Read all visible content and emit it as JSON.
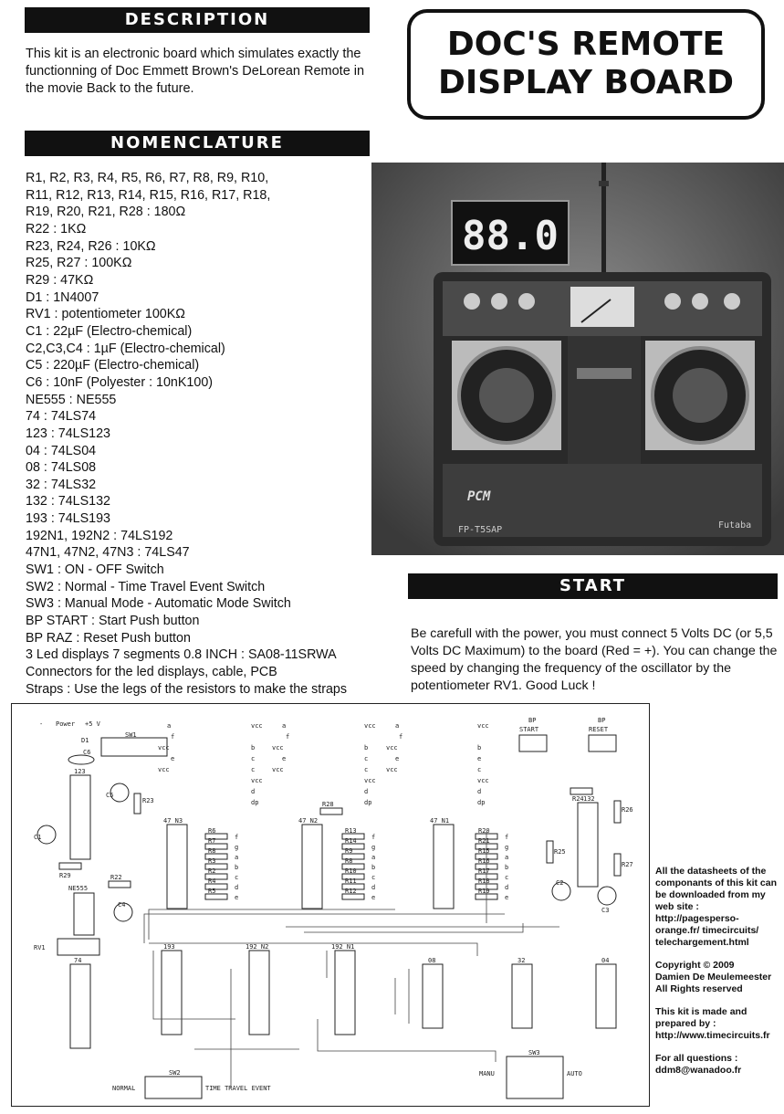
{
  "title": {
    "line1": "DOC'S REMOTE",
    "line2": "DISPLAY BOARD"
  },
  "description": {
    "heading": "DESCRIPTION",
    "text": "This kit is an electronic board which simulates exactly the functionning of Doc Emmett Brown's DeLorean Remote in the movie Back to the future."
  },
  "nomenclature": {
    "heading": "NOMENCLATURE",
    "items": [
      "R1, R2, R3, R4, R5, R6, R7, R8, R9, R10,",
      "R11, R12, R13, R14, R15, R16, R17, R18,",
      "R19, R20, R21, R28 : 180Ω",
      "R22 : 1KΩ",
      "R23, R24, R26 : 10KΩ",
      "R25, R27 : 100KΩ",
      "R29 : 47KΩ",
      "D1 : 1N4007",
      "RV1 : potentiometer 100KΩ",
      "C1 : 22µF (Electro-chemical)",
      "C2,C3,C4 : 1µF (Electro-chemical)",
      "C5 : 220µF (Electro-chemical)",
      "C6 : 10nF (Polyester : 10nK100)",
      "NE555 : NE555",
      "74 : 74LS74",
      "123 : 74LS123",
      "04 : 74LS04",
      "08 : 74LS08",
      "32 : 74LS32",
      "132 : 74LS132",
      "193 : 74LS193",
      "192N1, 192N2 : 74LS192",
      "47N1, 47N2, 47N3 : 74LS47",
      "SW1 : ON - OFF Switch",
      "SW2 : Normal - Time Travel Event Switch",
      "SW3 : Manual Mode - Automatic Mode Switch",
      "BP START : Start Push button",
      "BP RAZ : Reset Push button",
      "3 Led displays 7 segments 0.8 INCH : SA08-11SRWA",
      "Connectors for the led displays, cable, PCB",
      "Straps : Use the legs of the resistors to make the straps"
    ]
  },
  "photo": {
    "display_text": "88.0",
    "brand": "Futaba",
    "model": "FP-T5SAP",
    "logo": "PCM"
  },
  "start": {
    "heading": "START",
    "text": "Be carefull with the power, you must connect 5 Volts DC (or 5,5 Volts DC Maximum) to the board (Red = +). You can change the speed by changing the frequency of the oscillator by the potentiometer RV1. Good Luck !"
  },
  "pcb": {
    "power_label": "Power",
    "power_minus": "-",
    "power_plus": "+5 V",
    "sw1": "SW1",
    "d1": "D1",
    "c6": "C6",
    "c5": "C5",
    "c1": "C1",
    "ic123": "123",
    "r29": "R29",
    "r23": "R23",
    "r22": "R22",
    "r28": "R28",
    "ne555": "NE555",
    "c4": "C4",
    "rv1": "RV1",
    "ic74": "74",
    "n3": "47 N3",
    "n2": "47 N2",
    "n1": "47 N1",
    "ic193": "193",
    "ic192n2": "192 N2",
    "ic192n1": "192 N1",
    "ic08": "08",
    "ic32": "32",
    "ic04": "04",
    "ic132": "132",
    "r24": "R24",
    "r26": "R26",
    "r25": "R25",
    "r27": "R27",
    "c2": "C2",
    "c3": "C3",
    "bp_start_1": "BP",
    "bp_start_2": "START",
    "bp_reset_1": "BP",
    "bp_reset_2": "RESET",
    "sw2": "SW2",
    "sw3": "SW3",
    "normal": "NORMAL",
    "time_travel": "TIME TRAVEL EVENT",
    "manu": "MANU",
    "auto": "AUTO",
    "vcc": "vcc",
    "pins": [
      "a",
      "f",
      "vcc",
      "e",
      "vcc"
    ],
    "disp_left": [
      "b",
      "c",
      "vcc",
      "d",
      "dp"
    ],
    "disp_right": [
      "vcc",
      "e",
      "vcc",
      "c",
      "d",
      "dp"
    ],
    "seg_letters": [
      "f",
      "g",
      "a",
      "b",
      "c",
      "d",
      "e"
    ],
    "res_n3": [
      "R6",
      "R7",
      "R8",
      "R3",
      "R2",
      "R4",
      "R5"
    ],
    "res_n2": [
      "R13",
      "R14",
      "R9",
      "R8",
      "R10",
      "R11",
      "R12"
    ],
    "res_n1": [
      "R20",
      "R21",
      "R15",
      "R16",
      "R17",
      "R18",
      "R19"
    ]
  },
  "side_info": {
    "datasheets": "All the datasheets of the componants of this kit can be downloaded from my web site : http://pagesperso-orange.fr/ timecircuits/ telechargement.html",
    "copyright_1": "Copyright © 2009",
    "copyright_2": "Damien De Meulemeester",
    "copyright_3": "All Rights reserved",
    "made_by": "This kit is made and prepared by :",
    "made_url": "http://www.timecircuits.fr",
    "questions": "For all questions :",
    "email": "ddm8@wanadoo.fr"
  }
}
